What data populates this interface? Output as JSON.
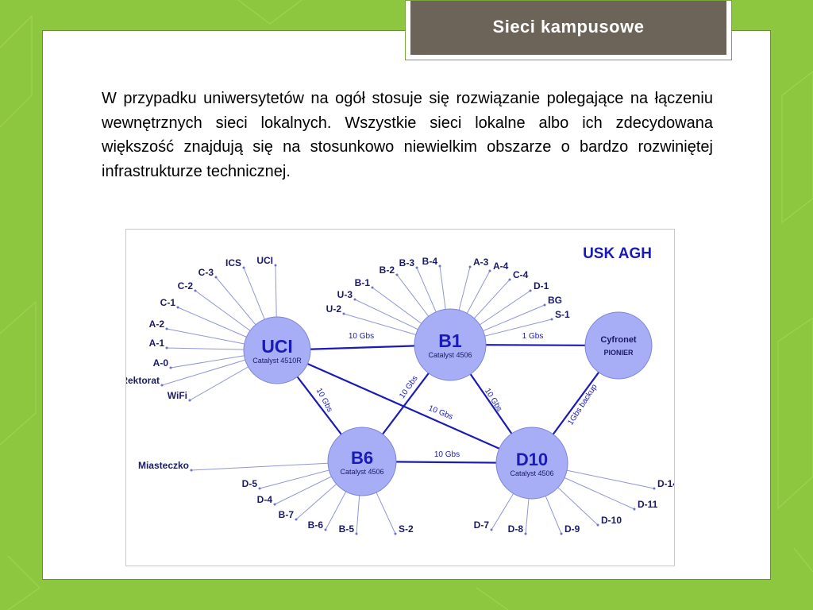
{
  "slide": {
    "title": "Sieci kampusowe",
    "paragraph": "W przypadku uniwersytetów na ogół stosuje się rozwiązanie polegające na łączeniu  wewnętrznych sieci lokalnych.  Wszystkie sieci lokalne albo ich zdecydowana większość znajdują się na stosunkowo niewielkim obszarze o bardzo rozwiniętej infrastrukturze technicznej."
  },
  "colors": {
    "background_green": "#8dc63f",
    "title_bar": "#6d6459",
    "title_text": "#ffffff",
    "node_fill": "#a7aef5",
    "link_color": "#1a1ab8",
    "label_color": "#1a1a66"
  },
  "diagram": {
    "heading": "USK AGH",
    "nodes": [
      {
        "id": "UCI",
        "name": "UCI",
        "model": "Catalyst 4510R"
      },
      {
        "id": "B1",
        "name": "B1",
        "model": "Catalyst 4506"
      },
      {
        "id": "CYF",
        "name": "Cyfronet",
        "model": "PIONIER"
      },
      {
        "id": "B6",
        "name": "B6",
        "model": "Catalyst 4506"
      },
      {
        "id": "D10",
        "name": "D10",
        "model": "Catalyst 4506"
      }
    ],
    "links": [
      {
        "from": "UCI",
        "to": "B1",
        "label": "10 Gbs"
      },
      {
        "from": "B1",
        "to": "CYF",
        "label": "1 Gbs"
      },
      {
        "from": "UCI",
        "to": "B6",
        "label": "10 Gbs"
      },
      {
        "from": "B1",
        "to": "B6",
        "label": "10 Gbs"
      },
      {
        "from": "UCI",
        "to": "D10",
        "label": "10 Gbs"
      },
      {
        "from": "B1",
        "to": "D10",
        "label": "10 Gbs"
      },
      {
        "from": "CYF",
        "to": "D10",
        "label": "1Gbs backup"
      },
      {
        "from": "B6",
        "to": "D10",
        "label": "10 Gbs"
      }
    ],
    "leaves": {
      "UCI": [
        "UCI",
        "ICS",
        "C-3",
        "C-2",
        "C-1",
        "A-2",
        "A-1",
        "A-0",
        "Rektorat",
        "WiFi"
      ],
      "B1": [
        "U-2",
        "U-3",
        "B-1",
        "B-2",
        "B-3",
        "B-4",
        "A-3",
        "A-4",
        "C-4",
        "D-1",
        "BG",
        "S-1"
      ],
      "B6": [
        "Miasteczko",
        "D-5",
        "D-4",
        "B-7",
        "B-6",
        "B-5",
        "S-2"
      ],
      "D10": [
        "D-7",
        "D-8",
        "D-9",
        "D-10",
        "D-11",
        "D-14"
      ]
    }
  }
}
